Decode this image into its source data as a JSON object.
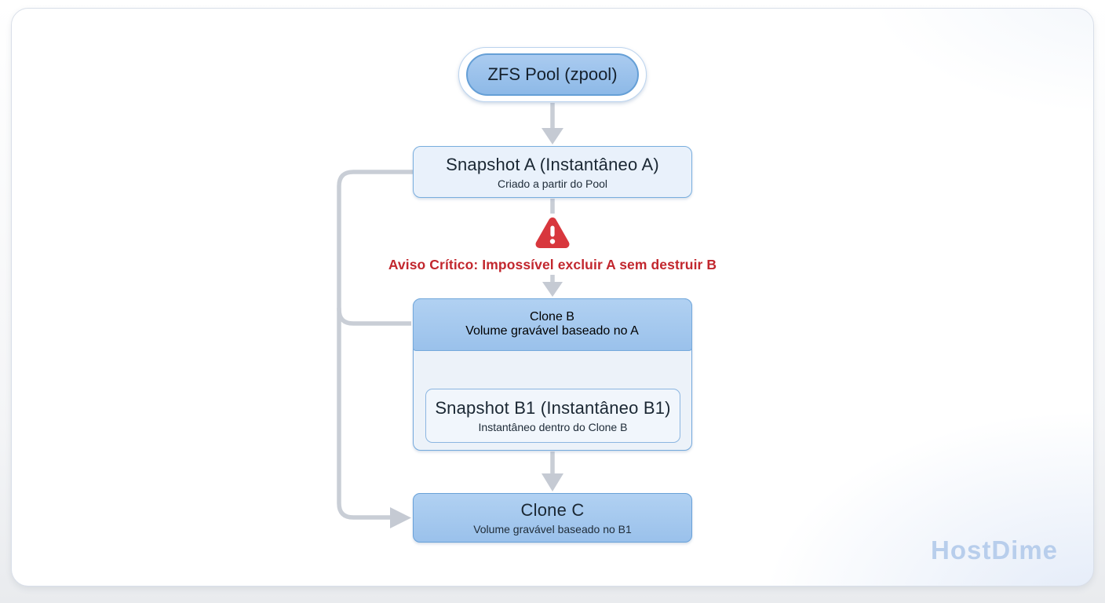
{
  "diagram": {
    "pool": {
      "label": "ZFS Pool (zpool)"
    },
    "snapshot_a": {
      "title": "Snapshot A (Instantâneo A)",
      "subtitle": "Criado a partir do Pool"
    },
    "warning": {
      "text": "Aviso Crítico: Impossível excluir A sem destruir B",
      "icon": "warning-triangle-icon"
    },
    "clone_b": {
      "title": "Clone B",
      "subtitle": "Volume gravável baseado no A"
    },
    "snapshot_b1": {
      "title": "Snapshot B1 (Instantâneo B1)",
      "subtitle": "Instantâneo dentro do Clone B"
    },
    "clone_c": {
      "title": "Clone C",
      "subtitle": "Volume gravável baseado no B1"
    }
  },
  "watermark": "HostDime",
  "colors": {
    "node_blue_fill": "#9ac1eb",
    "node_blue_border": "#74a9dc",
    "node_light_fill": "#e9f1fb",
    "container_fill": "#ecf2f9",
    "warning_red": "#d8373d",
    "warning_text_red": "#c2272e",
    "connector_gray": "#c9ced6",
    "watermark_blue": "#b8ceec",
    "card_border": "#d9dfe9"
  }
}
